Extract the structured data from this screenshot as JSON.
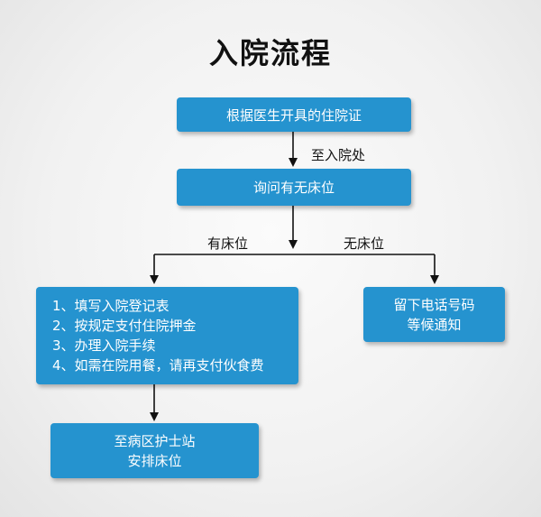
{
  "title": "入院流程",
  "steps": {
    "step1": "根据医生开具的住院证",
    "to_admission": "至入院处",
    "step2": "询问有无床位",
    "has_bed": "有床位",
    "no_bed": "无床位",
    "has_bed_steps": [
      "1、填写入院登记表",
      "2、按规定支付住院押金",
      "3、办理入院手续",
      "4、如需在院用餐，请再支付伙食费"
    ],
    "no_bed_box": [
      "留下电话号码",
      "等候通知"
    ],
    "final_box": [
      "至病区护士站",
      "安排床位"
    ]
  },
  "colors": {
    "box_fill": "#2593cf",
    "box_text": "#ffffff",
    "line": "#111111"
  }
}
